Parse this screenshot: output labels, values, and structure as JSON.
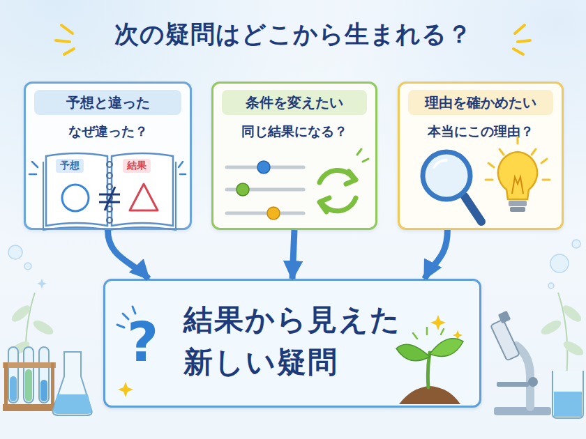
{
  "diagram": {
    "title": "次の疑問はどこから生まれる？",
    "nodes": [
      {
        "text": [
          "予想と違った",
          "なぜ違った？"
        ]
      },
      {
        "text": [
          "条件を変えたい",
          "同じ結果になる？"
        ]
      },
      {
        "text": [
          "理由を確かめたい",
          "本当にこの理由？"
        ]
      },
      {
        "text": [
          "結果から見えた 新しい疑問"
        ]
      }
    ],
    "edges": [
      {
        "from": 0,
        "to": 3,
        "arrow": "to"
      },
      {
        "from": 1,
        "to": 3,
        "arrow": "to"
      },
      {
        "from": 2,
        "to": 3,
        "arrow": "to"
      }
    ],
    "labels": [
      "予想",
      "結果",
      "?"
    ]
  }
}
